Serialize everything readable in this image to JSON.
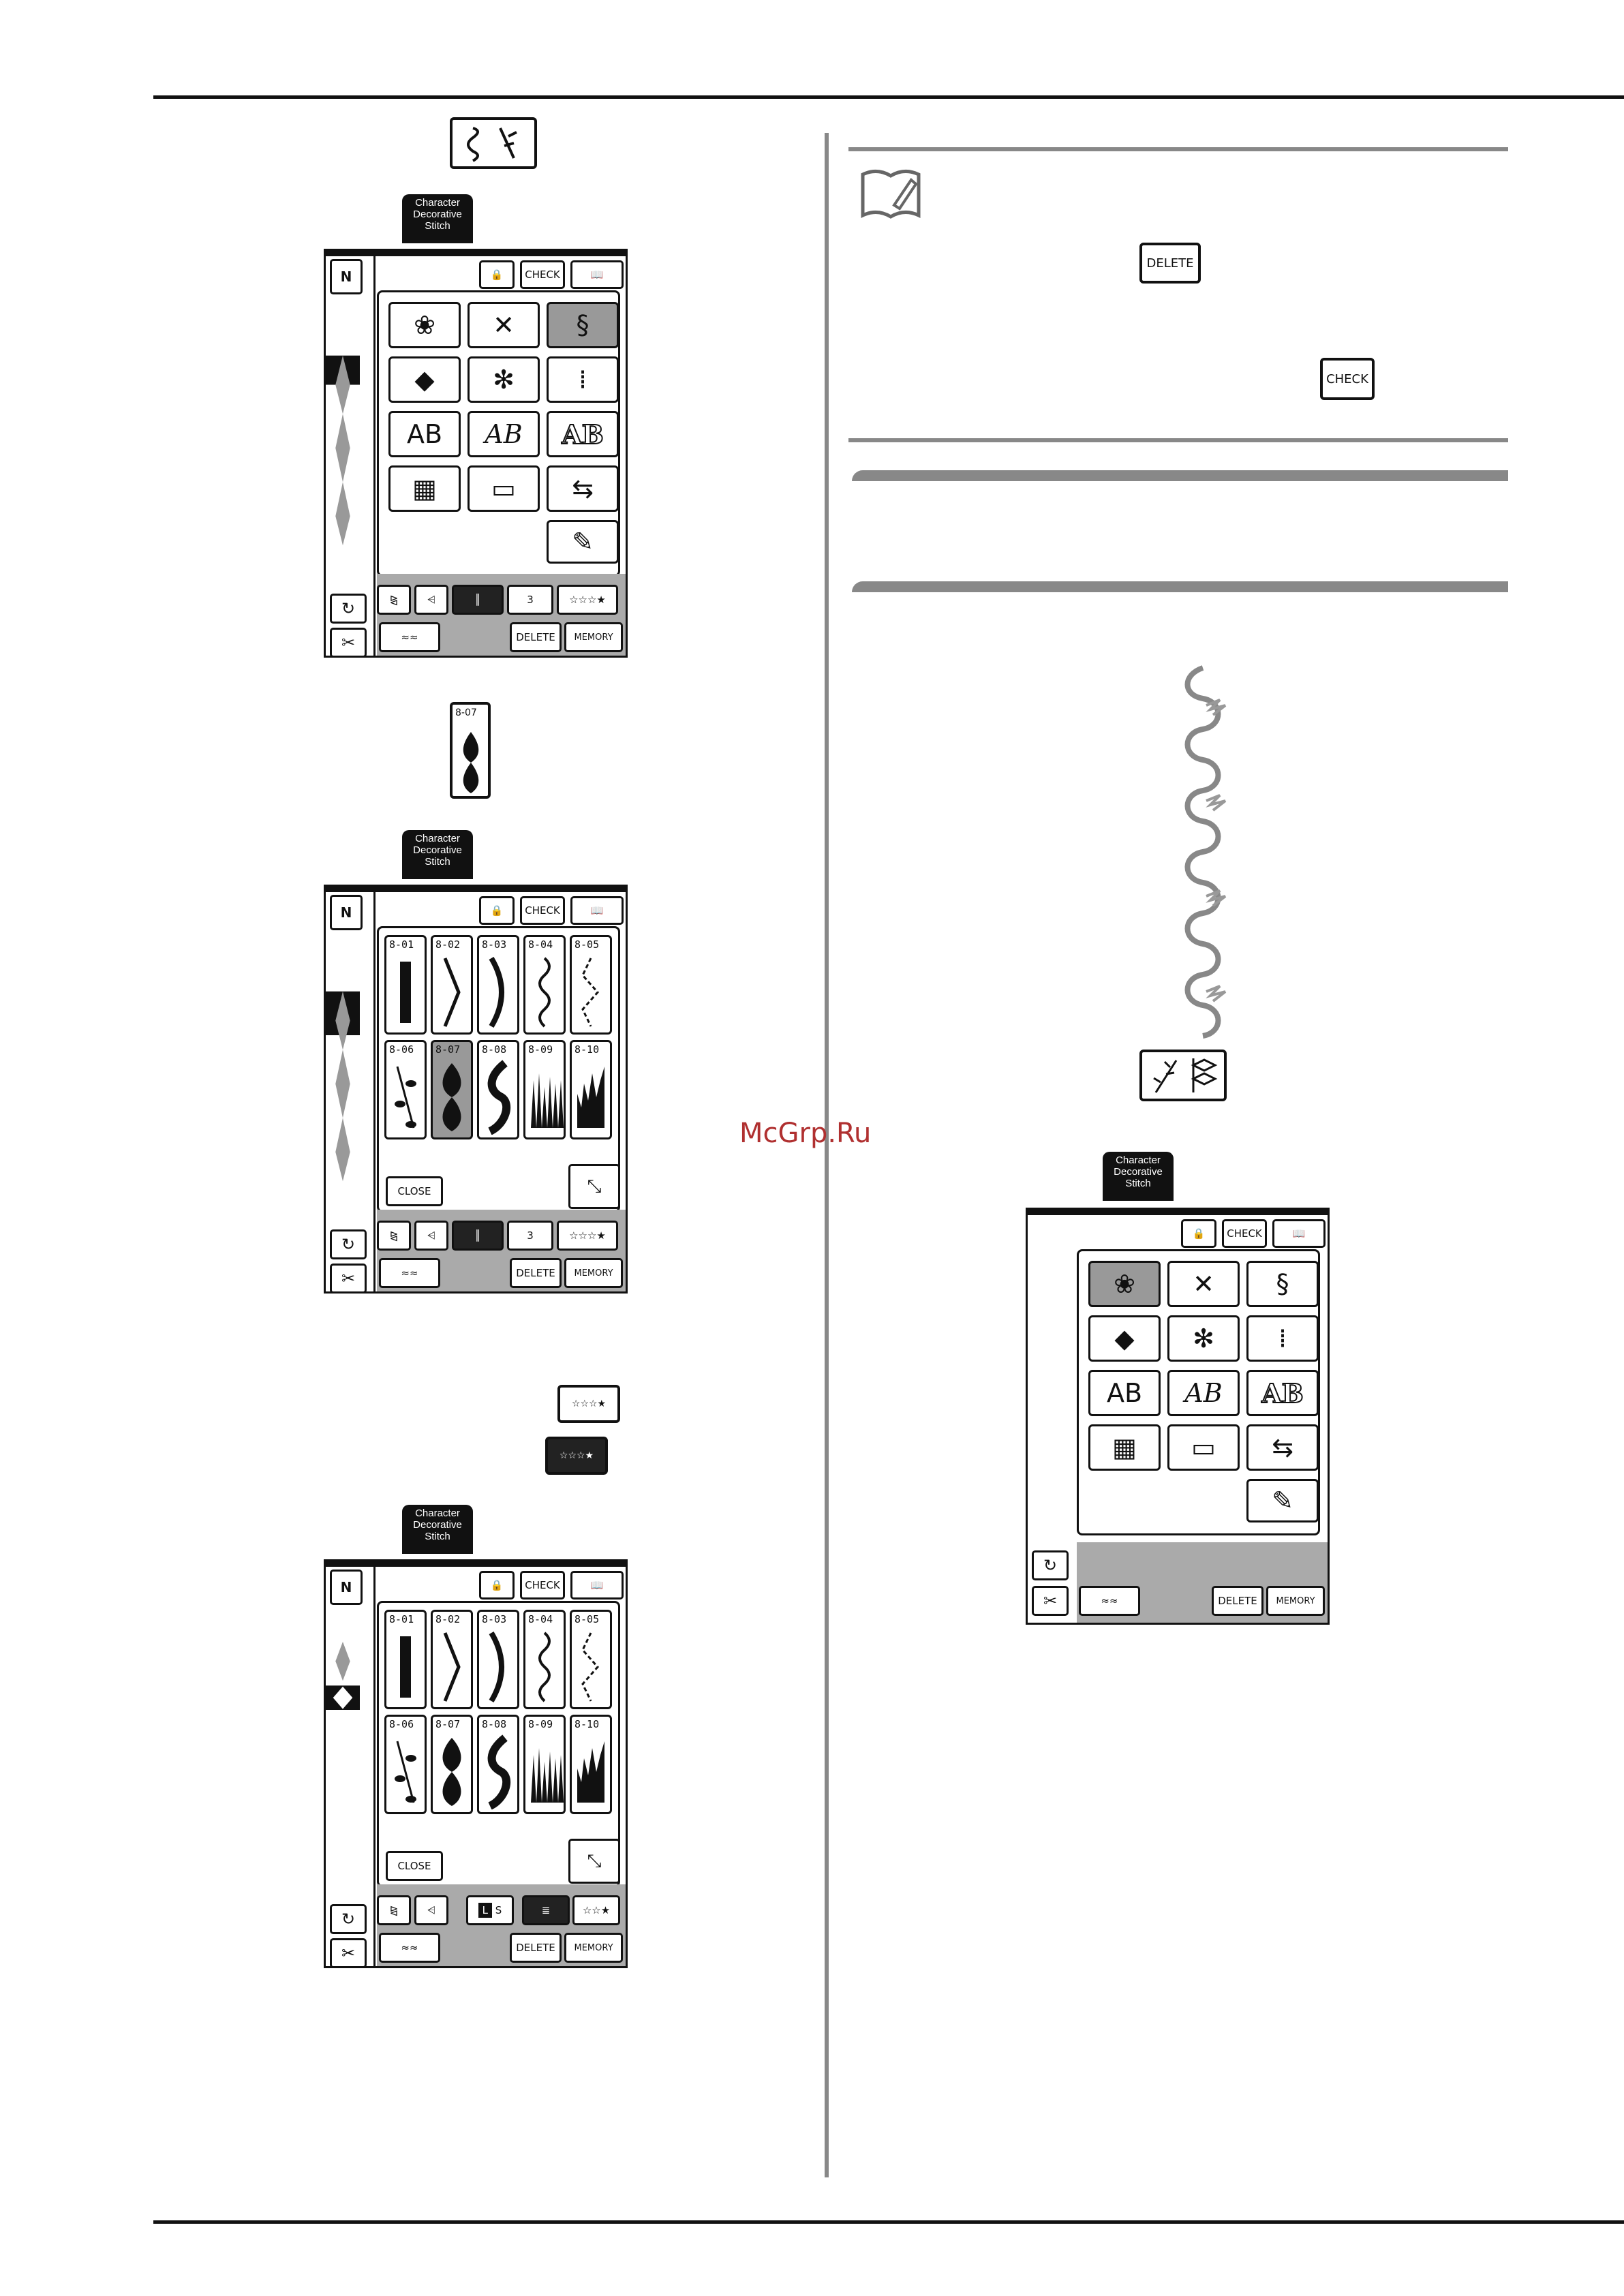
{
  "watermark": "McGrp.Ru",
  "tag": {
    "line1": "Character",
    "line2": "Decorative",
    "line3": "Stitch"
  },
  "buttons": {
    "delete": "DELETE",
    "check": "CHECK",
    "close": "CLOSE",
    "memory": "MEMORY",
    "needle_count": "3",
    "l_label": "L",
    "s_label": "S"
  },
  "categories": [
    "AB",
    "AB",
    "AB"
  ],
  "stitch_numbers": [
    "8-01",
    "8-02",
    "8-03",
    "8-04",
    "8-05",
    "8-06",
    "8-07",
    "8-08",
    "8-09",
    "8-10"
  ],
  "selected_stitch": "8-07",
  "colors": {
    "selected": "#999999",
    "rule": "#111111",
    "sidebar_rule": "#888888"
  }
}
